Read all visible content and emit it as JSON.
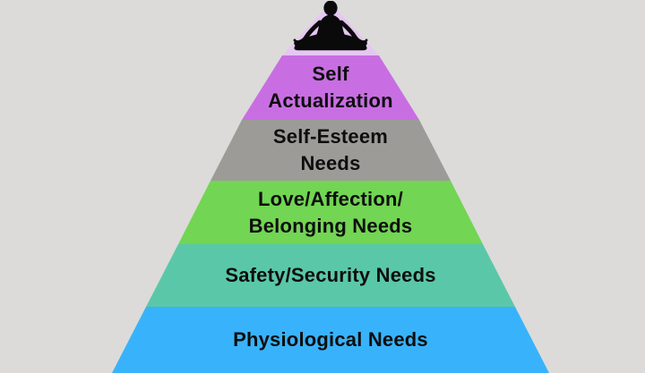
{
  "background_color": "#dcdbd9",
  "text_color": "#0e0e0e",
  "pyramid": {
    "tip": {
      "color": "#e6c6f2"
    },
    "figure": {
      "name": "person-meditating-silhouette",
      "color": "#0a0a0a"
    },
    "levels": [
      {
        "name": "self-actualization",
        "color": "#c86ee2",
        "lines": [
          "Self",
          "Actualization"
        ]
      },
      {
        "name": "self-esteem",
        "color": "#9c9b97",
        "lines": [
          "Self-Esteem",
          "Needs"
        ]
      },
      {
        "name": "love-affection-belonging",
        "color": "#72d553",
        "lines": [
          "Love/Affection/",
          "Belonging Needs"
        ]
      },
      {
        "name": "safety-security",
        "color": "#5ac8a8",
        "lines": [
          "Safety/Security Needs"
        ]
      },
      {
        "name": "physiological",
        "color": "#38b3fb",
        "lines": [
          "Physiological Needs"
        ]
      }
    ]
  }
}
